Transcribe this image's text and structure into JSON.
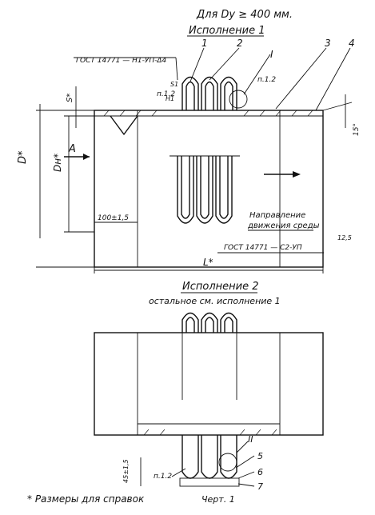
{
  "header": {
    "title": "Для Dy ≥ 400 мм.",
    "variant1": "Исполнение 1"
  },
  "variant1": {
    "weld_top": "ГОСТ 14771 — Н1-УП-Δ4",
    "weld_bottom": "ГОСТ 14771 — С2-УП",
    "weld_bottom_size": "12,5",
    "callouts": [
      "1",
      "2",
      "I",
      "3",
      "4"
    ],
    "note_left": "п.1.2",
    "note_right": "п.1.2",
    "s1": "S1",
    "h1": "H1",
    "s_dim": "S*",
    "angle": "15°",
    "d_dim": "D*",
    "dn_dim": "Dн*",
    "view_a": "A",
    "dim_100": "100±1,5",
    "l_dim": "L*",
    "flow_line1": "Направление",
    "flow_line2": "движения среды"
  },
  "variant2": {
    "title": "Исполнение 2",
    "subtitle": "остальное см. исполнение 1",
    "note": "п.1.2",
    "dim_vert": "45±1,5",
    "callout_II": "II",
    "callouts": [
      "5",
      "6",
      "7"
    ],
    "sheet_ref": "Черт. 1"
  },
  "footnote": "* Размеры для справок"
}
